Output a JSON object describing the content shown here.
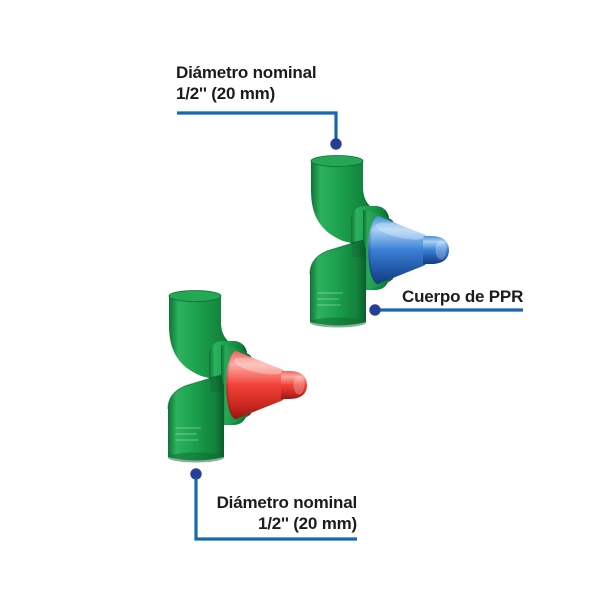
{
  "page": {
    "background": "#ffffff"
  },
  "colors": {
    "page_bg": "#ffffff",
    "pipe_green": "#1a9e4a",
    "handle_blue": "#3b80d6",
    "handle_red": "#f2423a",
    "leader_line": "#1768ae",
    "leader_dot": "#243f93",
    "text": "#1c1c1c"
  },
  "annotations": {
    "top_diameter": {
      "line1": "Diámetro nominal",
      "line2": "1/2'' (20 mm)"
    },
    "body_material": {
      "label": "Cuerpo de PPR"
    },
    "bottom_diameter": {
      "line1": "Diámetro nominal",
      "line2": "1/2'' (20 mm)"
    }
  },
  "valves": [
    {
      "name": "PPR valve with blue handle",
      "handle_color": "#3b80d6"
    },
    {
      "name": "PPR valve with red handle",
      "handle_color": "#f2423a"
    }
  ]
}
